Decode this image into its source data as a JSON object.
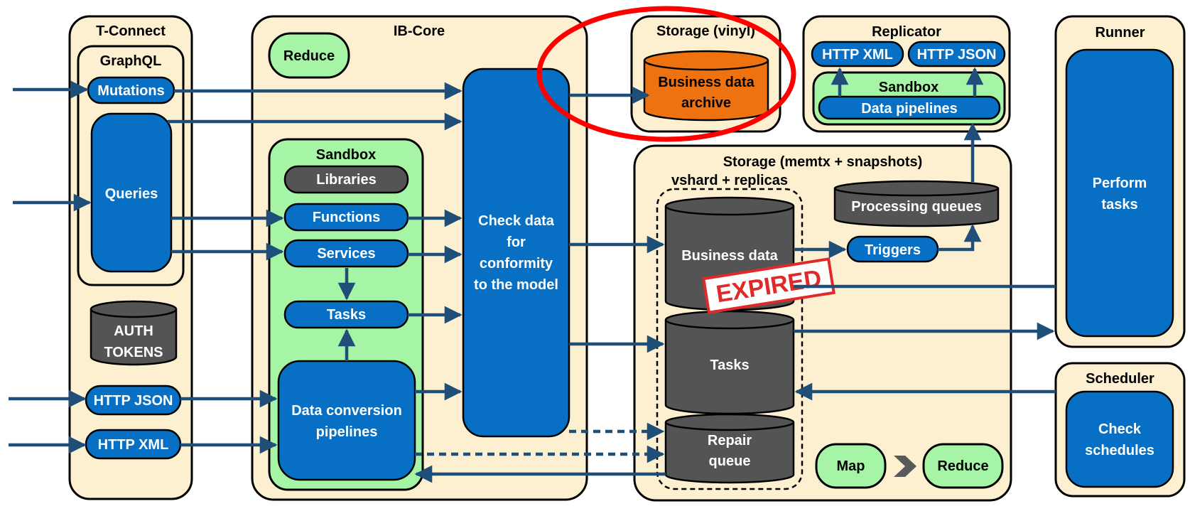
{
  "colors": {
    "panel": "#fdf0d0",
    "green": "#a6f5a6",
    "blue": "#0870c4",
    "gray": "#545454",
    "orange": "#ef7211",
    "arrow": "#1f4e79",
    "highlight": "#ff0000",
    "stamp": "#e02a2a"
  },
  "tconnect": {
    "title": "T-Connect",
    "graphql_title": "GraphQL",
    "mutations": "Mutations",
    "queries": "Queries",
    "auth_line1": "AUTH",
    "auth_line2": "TOKENS",
    "http_json": "HTTP JSON",
    "http_xml": "HTTP XML"
  },
  "ibcore": {
    "title": "IB-Core",
    "reduce": "Reduce",
    "sandbox_title": "Sandbox",
    "libraries": "Libraries",
    "functions": "Functions",
    "services": "Services",
    "tasks": "Tasks",
    "pipelines_line1": "Data conversion",
    "pipelines_line2": "pipelines",
    "check_line1": "Check data",
    "check_line2": "for",
    "check_line3": "conformity",
    "check_line4": "to the model"
  },
  "vinyl": {
    "title": "Storage (vinyl)",
    "archive_line1": "Business data",
    "archive_line2": "archive"
  },
  "replicator": {
    "title": "Replicator",
    "http_xml": "HTTP XML",
    "http_json": "HTTP JSON",
    "sandbox_title": "Sandbox",
    "pipelines": "Data pipelines"
  },
  "runner": {
    "title": "Runner",
    "perform_line1": "Perform",
    "perform_line2": "tasks"
  },
  "memtx": {
    "title": "Storage (memtx + snapshots)",
    "vshard": "vshard + replicas",
    "business_data": "Business data",
    "expired": "EXPIRED",
    "tasks": "Tasks",
    "repair_line1": "Repair",
    "repair_line2": "queue",
    "processing": "Processing queues",
    "triggers": "Triggers",
    "map": "Map",
    "reduce": "Reduce"
  },
  "scheduler": {
    "title": "Scheduler",
    "check_line1": "Check",
    "check_line2": "schedules"
  }
}
